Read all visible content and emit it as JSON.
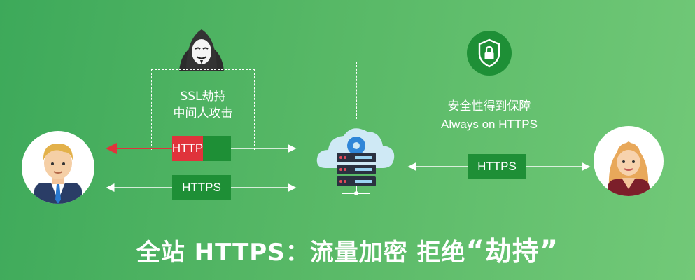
{
  "attacker": {
    "line1": "SSL劫持",
    "line2": "中间人攻击"
  },
  "left_row1": {
    "left_part": "HTTP",
    "right_part": ""
  },
  "left_row2": {
    "label": "HTTPS"
  },
  "right": {
    "line1": "安全性得到保障",
    "line2": "Always on HTTPS",
    "label": "HTTPS"
  },
  "footer": {
    "prefix": "全站 HTTPS：流量加密 拒绝",
    "quote_open": "“",
    "emph": "劫持",
    "quote_close": "”"
  },
  "colors": {
    "red": "#e0333b",
    "green_dark": "#1e8f36",
    "bg_left": "#3da95a",
    "bg_right": "#72c978"
  },
  "icons": [
    "hacker-icon",
    "shield-lock-icon",
    "user-male-icon",
    "user-female-icon",
    "cloud-server-icon"
  ]
}
